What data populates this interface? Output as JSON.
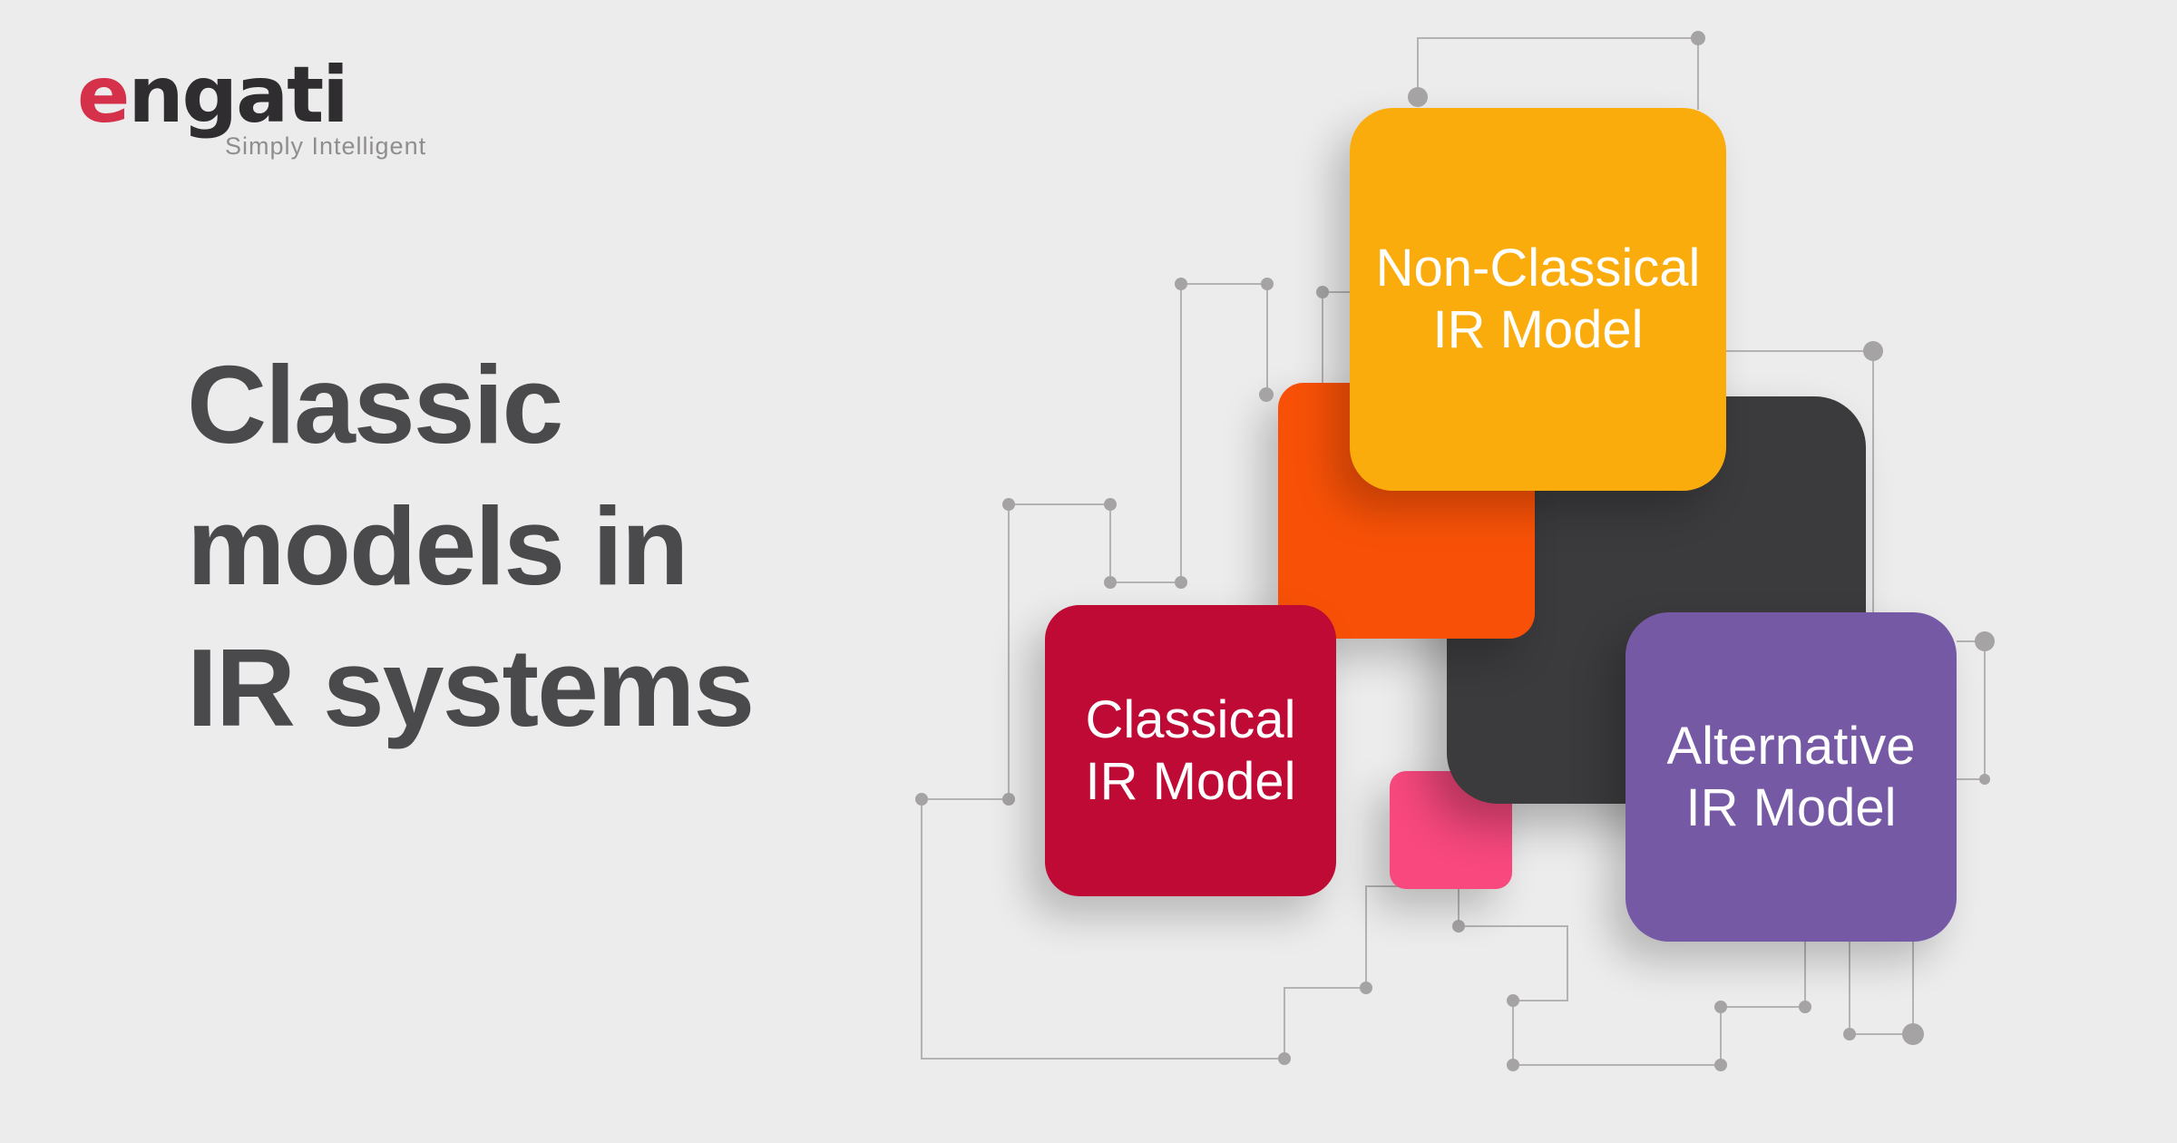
{
  "page": {
    "background": "#ececec"
  },
  "brand": {
    "name_first_letter": "e",
    "name_rest": "ngati",
    "name": "engati",
    "tagline": "Simply Intelligent",
    "logo_red": "#d5314b",
    "logo_dark": "#2f2d30",
    "tagline_color": "#8f8d8e"
  },
  "title": {
    "text": "Classic models in IR systems",
    "line1": "Classic",
    "line2": "models in",
    "line3": "IR systems",
    "color": "#4a494b"
  },
  "diagram": {
    "boxes": [
      {
        "id": "non-classical-ir-model",
        "label": "Non-Classical IR Model",
        "line1": "Non-Classical",
        "line2": "IR Model",
        "color": "#FBAC0D",
        "text_color": "#ffffff"
      },
      {
        "id": "orange-accent-square",
        "label": "",
        "color": "#F85107"
      },
      {
        "id": "dark-accent-square",
        "label": "",
        "color": "#3B3A3C"
      },
      {
        "id": "classical-ir-model",
        "label": "Classical IR Model",
        "line1": "Classical",
        "line2": "IR Model",
        "color": "#BE0A34",
        "text_color": "#ffffff"
      },
      {
        "id": "pink-accent-square",
        "label": "",
        "color": "#F8487E"
      },
      {
        "id": "alternative-ir-model",
        "label": "Alternative IR Model",
        "line1": "Alternative",
        "line2": "IR Model",
        "color": "#7559A5",
        "text_color": "#ffffff"
      }
    ],
    "connector_color": "#b5b3b2",
    "dot_color": "#a5a3a3"
  }
}
